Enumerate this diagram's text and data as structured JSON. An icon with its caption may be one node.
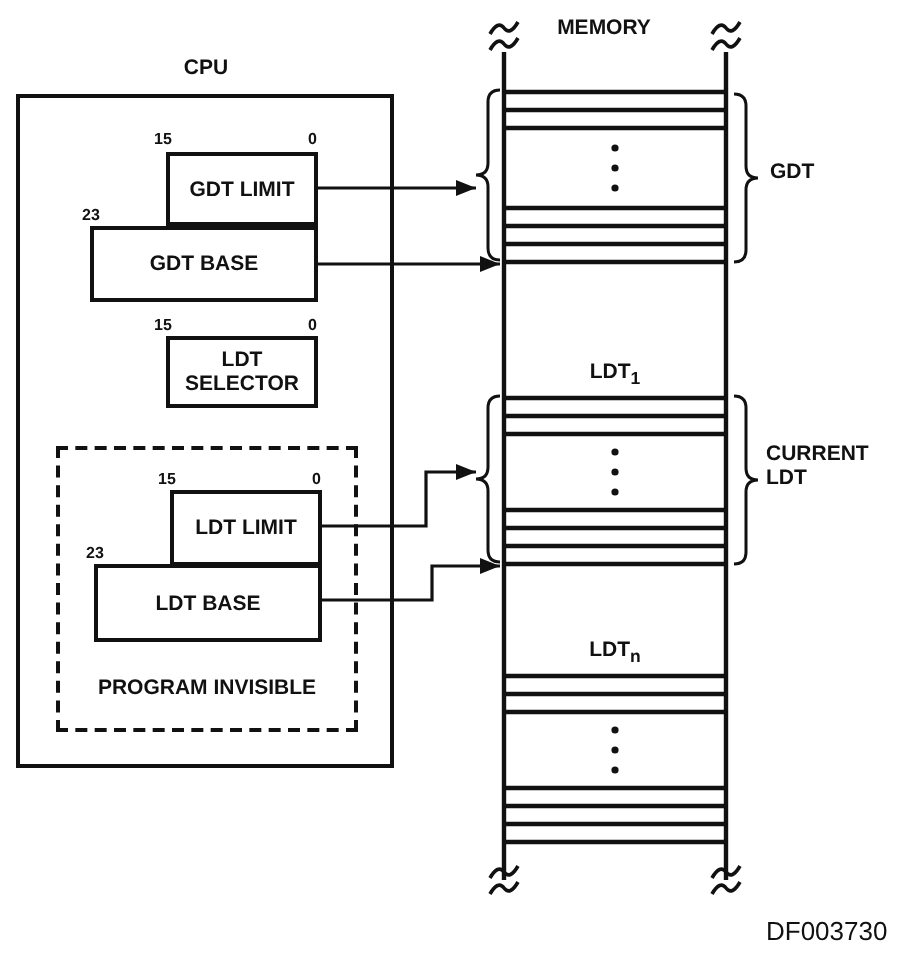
{
  "diagram": {
    "nodes": [
      {
        "text": [
          "CPU"
        ]
      },
      {
        "text": [
          "GDT LIMIT"
        ],
        "in": 0,
        "beside": [
          "15",
          "0"
        ]
      },
      {
        "text": [
          "GDT BASE"
        ],
        "in": 0,
        "beside": [
          "23"
        ]
      },
      {
        "text": [
          "LDT SELECTOR"
        ],
        "in": 0,
        "beside": [
          "15",
          "0"
        ]
      },
      {
        "text": [
          "PROGRAM INVISIBLE"
        ],
        "in": 0
      },
      {
        "text": [
          "LDT LIMIT"
        ],
        "in": 4,
        "beside": [
          "15",
          "0"
        ]
      },
      {
        "text": [
          "LDT BASE"
        ],
        "in": 4,
        "beside": [
          "23"
        ]
      },
      {
        "text": [
          "MEMORY"
        ]
      },
      {
        "text": [],
        "shape": "table",
        "in": 7,
        "beside": [
          "GDT"
        ]
      },
      {
        "text": [
          "LDT$_{1}$"
        ],
        "in": 7,
        "beside": [
          "CURRENT LDT"
        ]
      },
      {
        "text": [
          "LDT$_{n}$"
        ],
        "in": 7
      }
    ],
    "edges": [
      {
        "from": 1,
        "to": 8,
        "arrow": "to"
      },
      {
        "from": 2,
        "to": 8,
        "arrow": "to"
      },
      {
        "from": 5,
        "to": 9,
        "arrow": "to"
      },
      {
        "from": 6,
        "to": 9,
        "arrow": "to"
      }
    ],
    "labels": [
      "DF003730"
    ]
  }
}
